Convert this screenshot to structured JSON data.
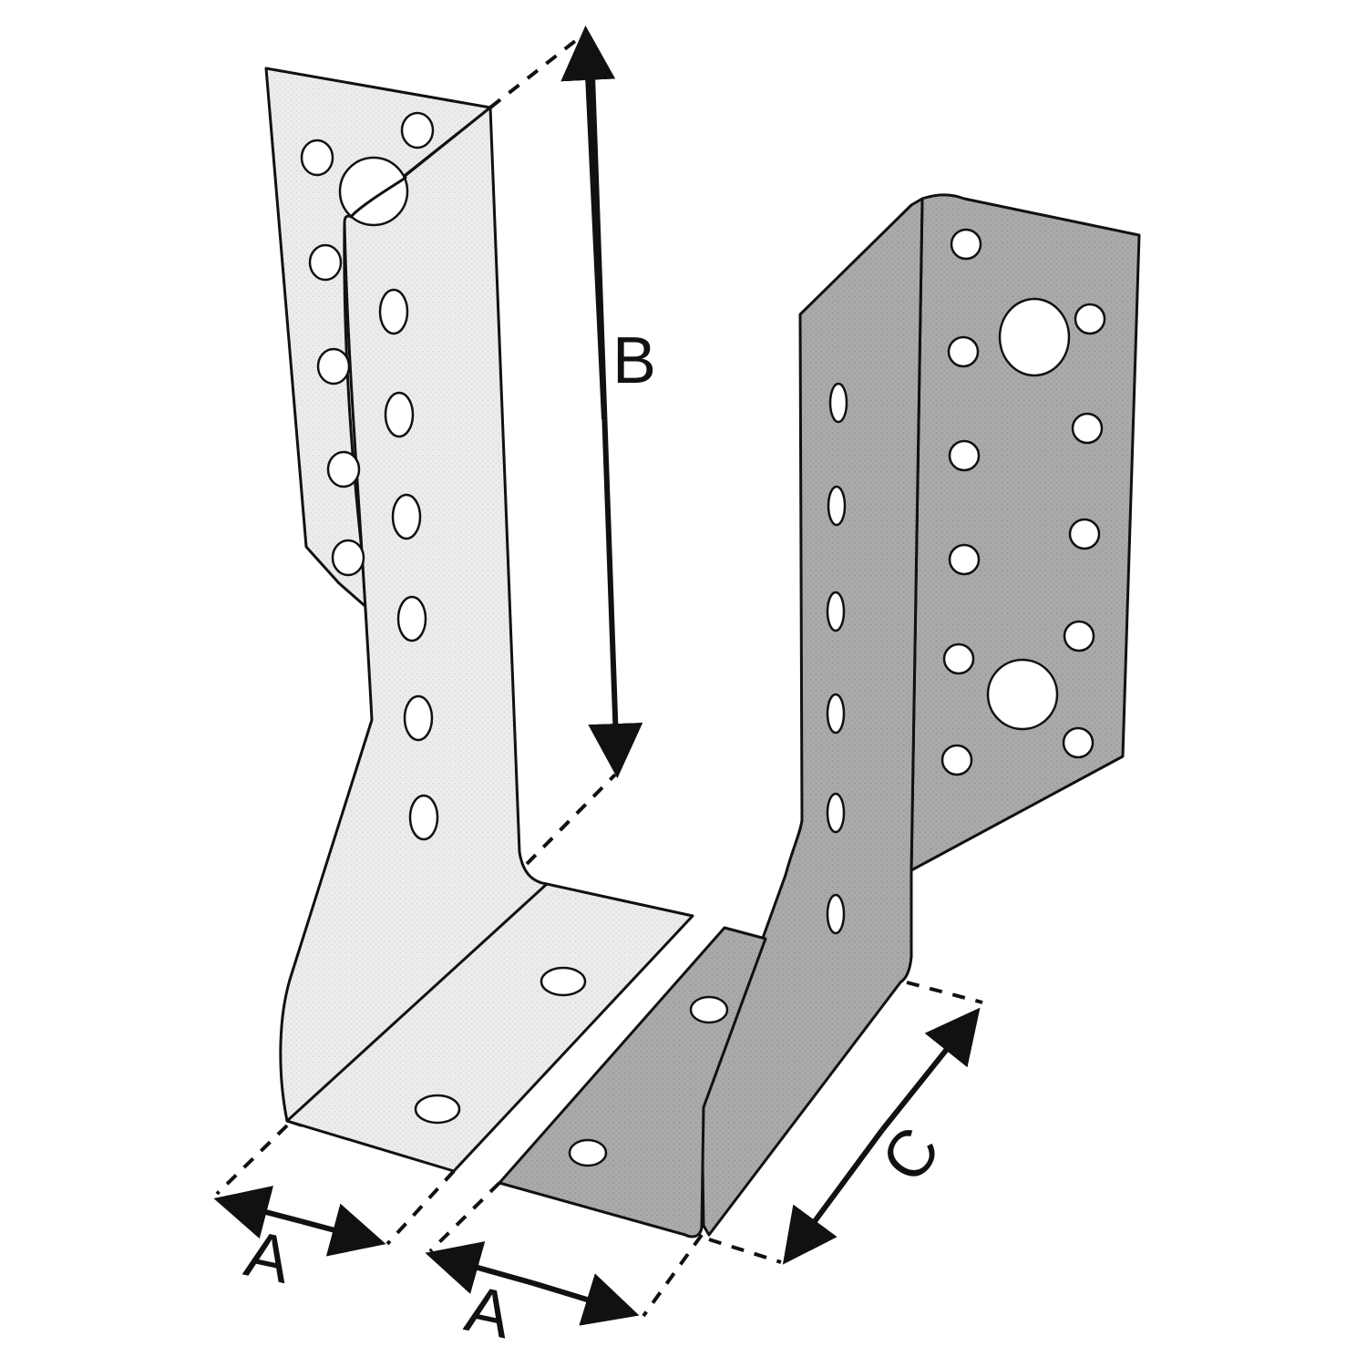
{
  "diagram": {
    "dimension_labels": {
      "a_left": "A",
      "a_right": "A",
      "b": "B",
      "c": "C"
    },
    "colors": {
      "light_bracket": "#e9e9e9",
      "dark_bracket": "#a8a8a8",
      "dark_bracket_face": "#b4b4b4",
      "outline": "#111111",
      "hole": "#ffffff"
    }
  }
}
